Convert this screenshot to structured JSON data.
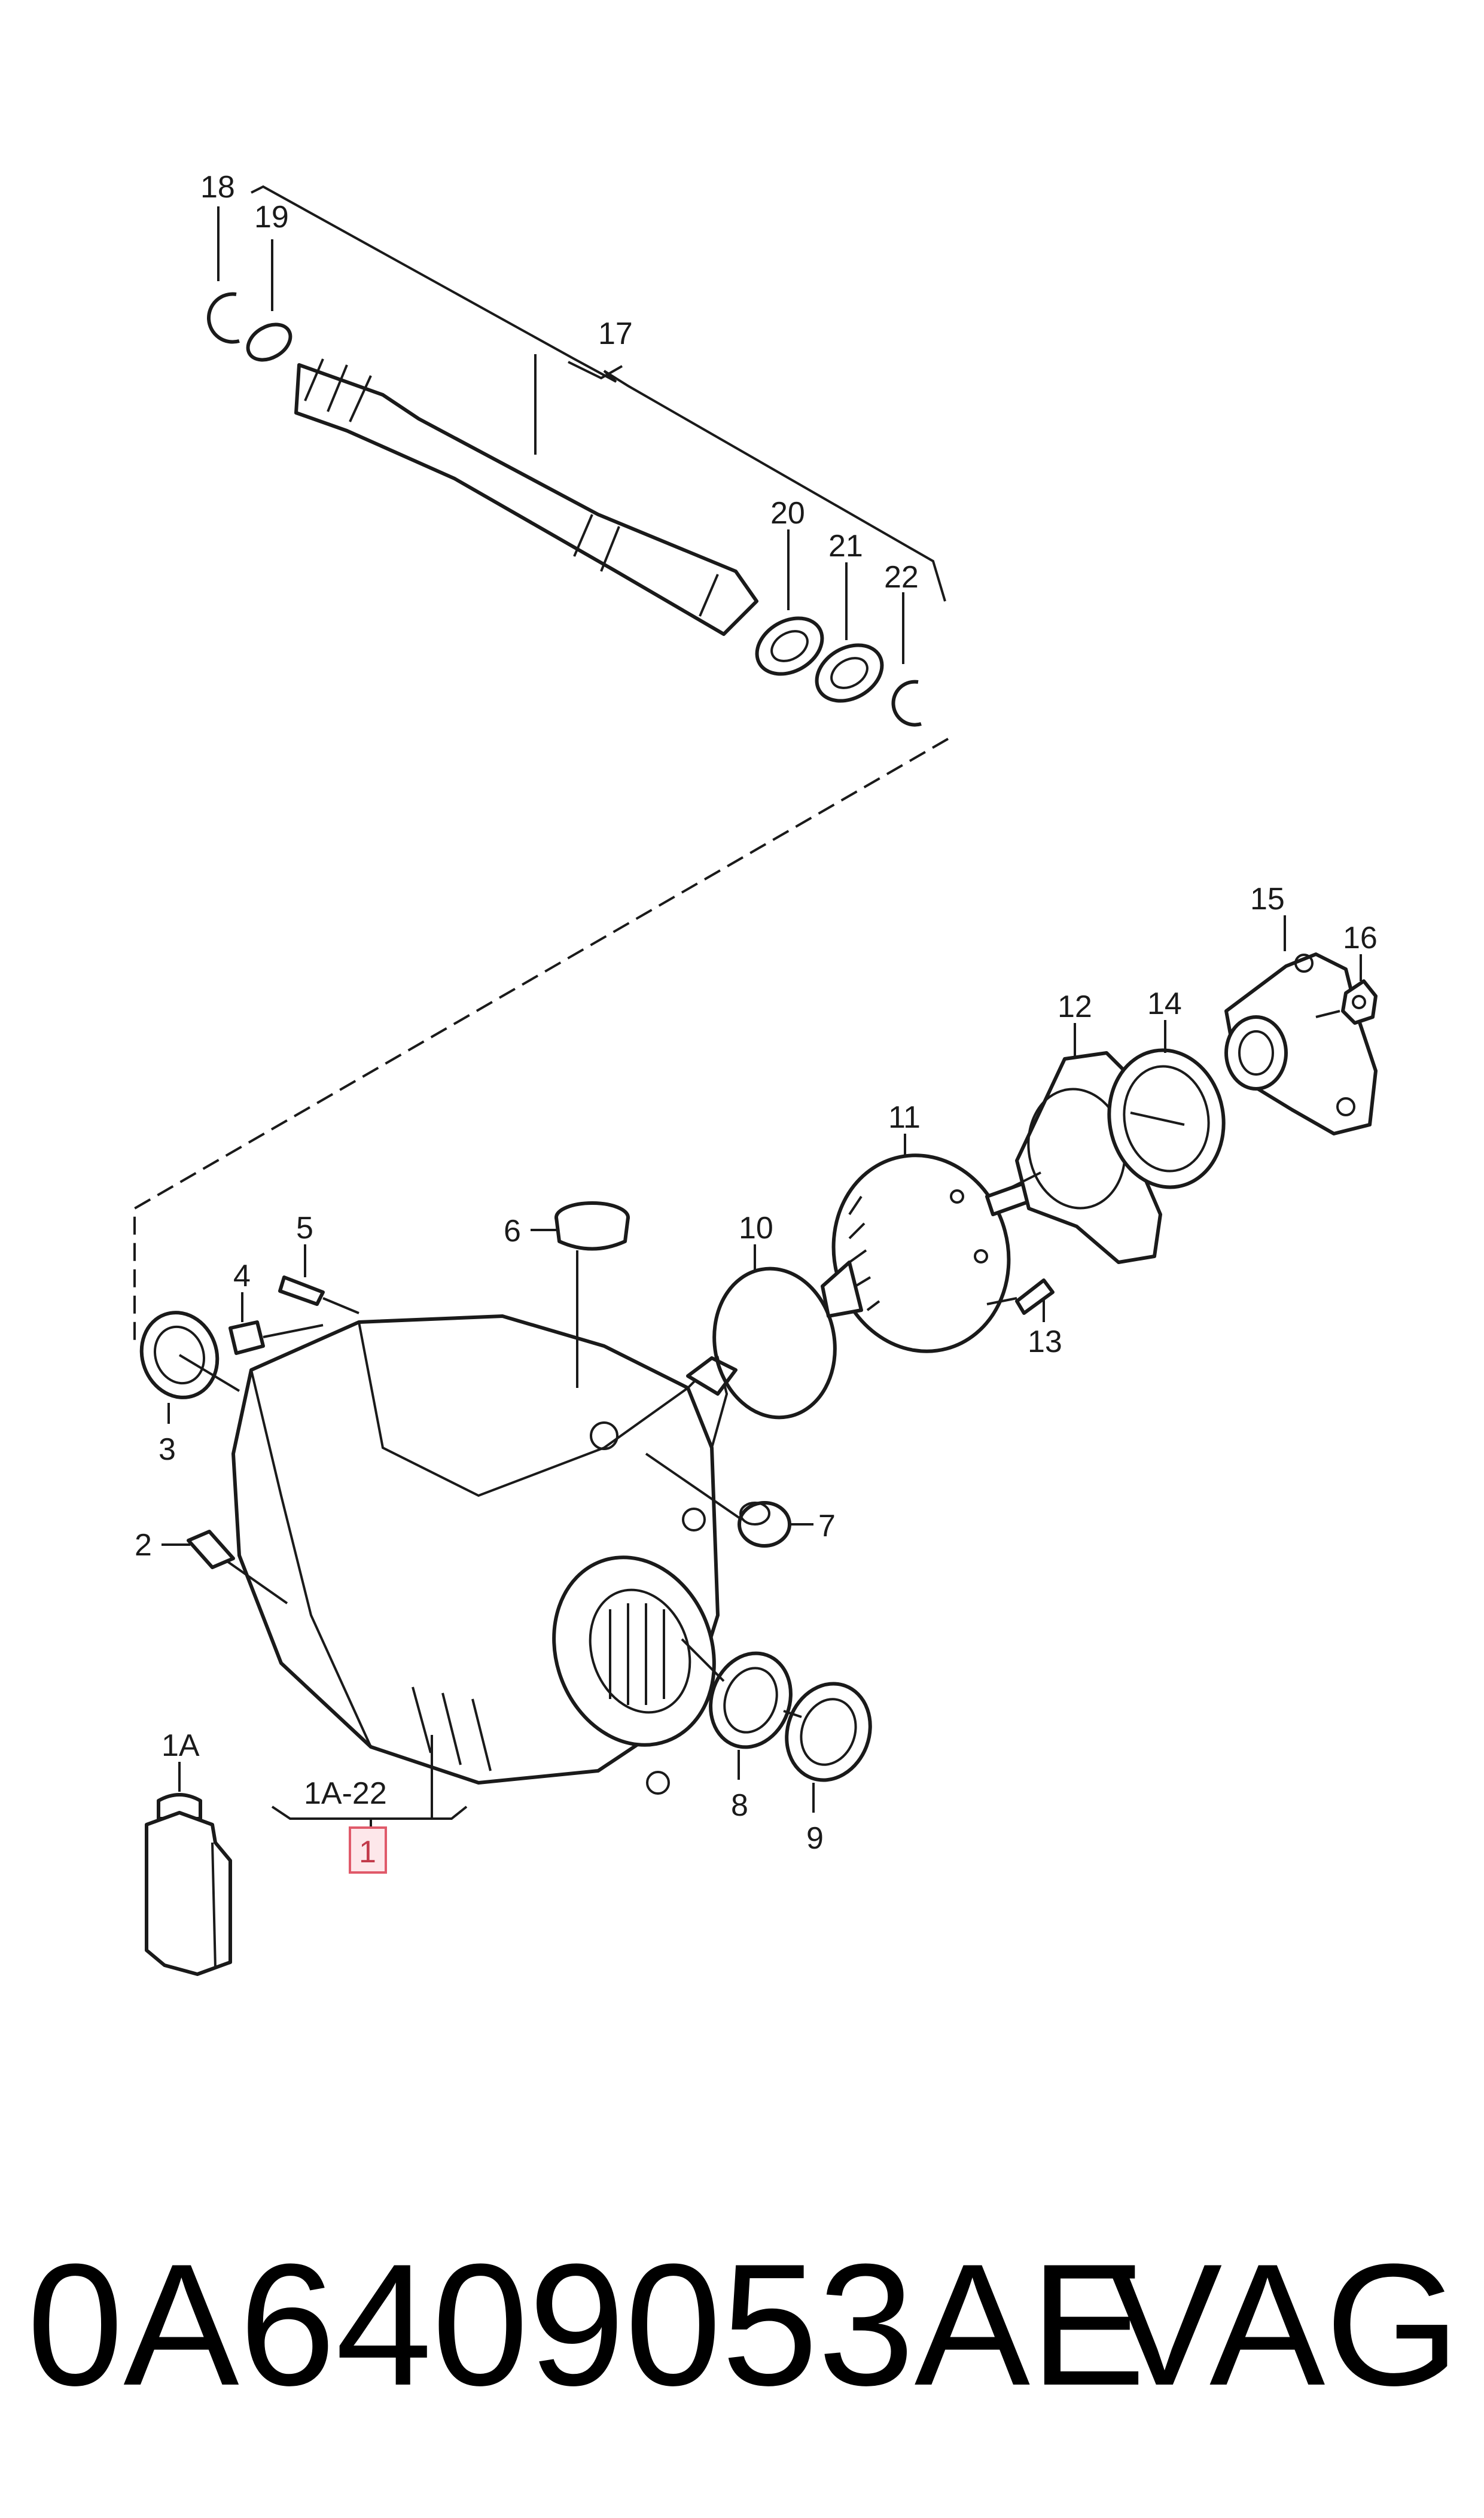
{
  "callouts": {
    "c1": "1",
    "c1a": "1A",
    "c1a22": "1A-22",
    "c2": "2",
    "c3": "3",
    "c4": "4",
    "c5": "5",
    "c6": "6",
    "c7": "7",
    "c8": "8",
    "c9": "9",
    "c10": "10",
    "c11": "11",
    "c12": "12",
    "c13": "13",
    "c14": "14",
    "c15": "15",
    "c16": "16",
    "c17": "17",
    "c18": "18",
    "c19": "19",
    "c20": "20",
    "c21": "21",
    "c22": "22"
  },
  "footer": {
    "part_number": "0A6409053AE",
    "brand": "VAG"
  },
  "colors": {
    "highlight": "#e05a6a",
    "ink": "#1a1a1a"
  }
}
